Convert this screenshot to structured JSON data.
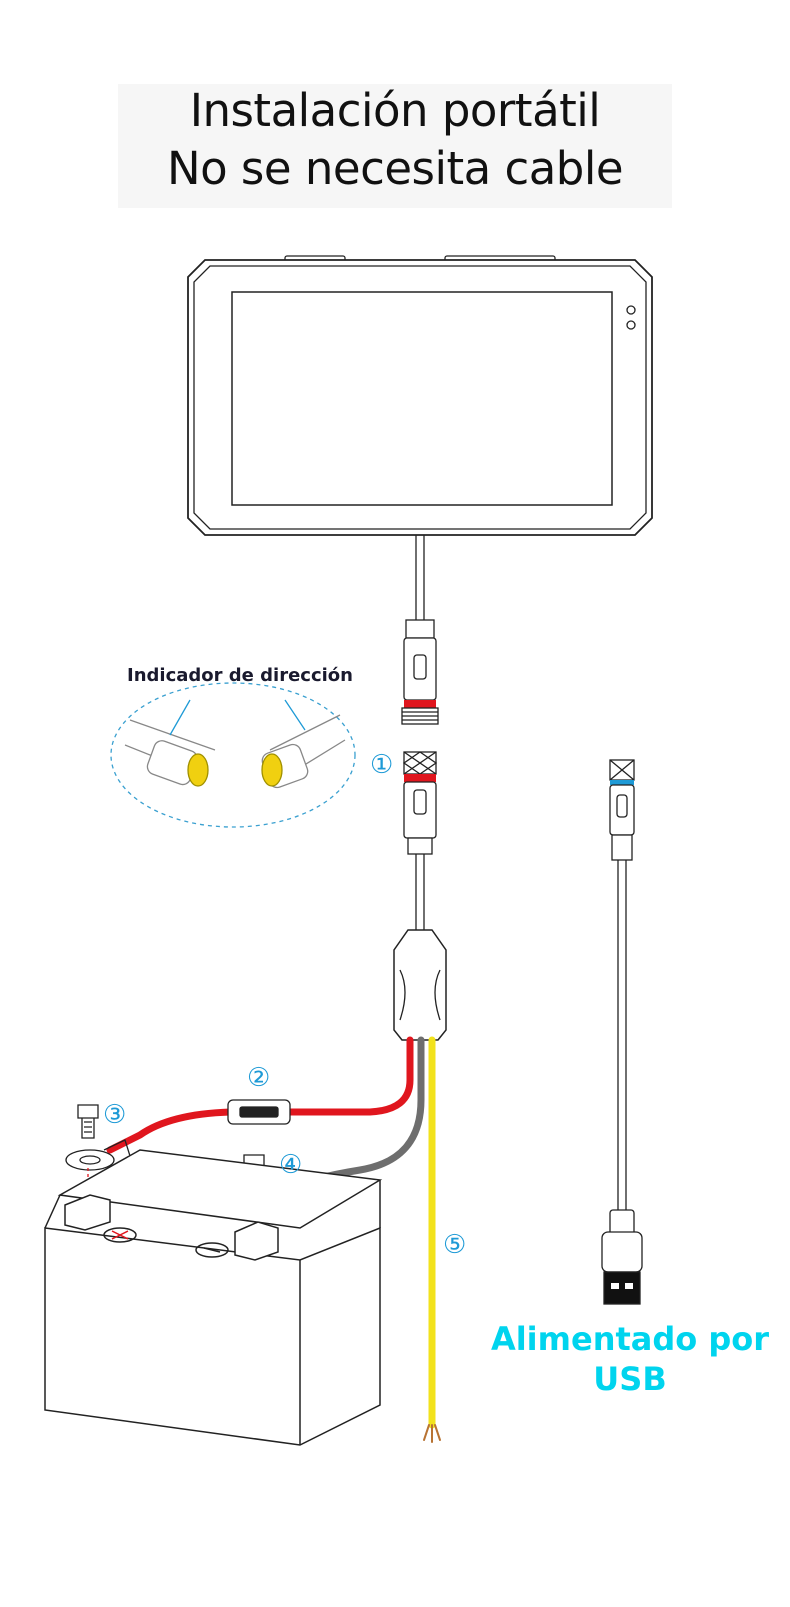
{
  "title": {
    "line1": "Instalación portátil",
    "line2": "No se necesita cable"
  },
  "indicator_label": "Indicador de dirección",
  "callouts": [
    "①",
    "②",
    "③",
    "④",
    "⑤"
  ],
  "usb_label": {
    "line1": "Alimentado por",
    "line2": "USB"
  },
  "colors": {
    "callout": "#1e9ad6",
    "usb_text": "#00d4ee",
    "red_wire": "#e0161e",
    "gray_wire": "#6e6e6e",
    "yellow_wire": "#f2e21c"
  }
}
